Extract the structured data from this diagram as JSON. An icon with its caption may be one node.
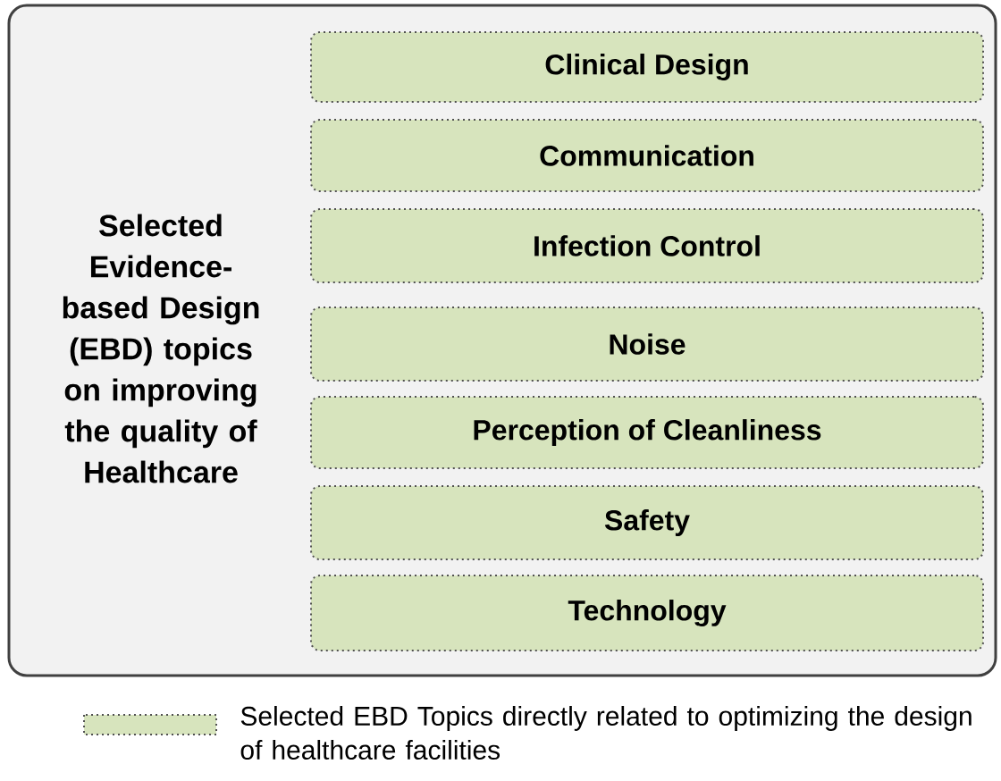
{
  "diagram": {
    "nodes": [
      {
        "text": [
          "Selected Evidence-based Design (EBD) topics on improving the quality of Healthcare"
        ]
      },
      {
        "text": [
          "Clinical Design"
        ],
        "in": 0
      },
      {
        "text": [
          "Communication"
        ],
        "in": 0
      },
      {
        "text": [
          "Infection Control"
        ],
        "in": 0
      },
      {
        "text": [
          "Noise"
        ],
        "in": 0
      },
      {
        "text": [
          "Perception of Cleanliness"
        ],
        "in": 0
      },
      {
        "text": [
          "Safety"
        ],
        "in": 0
      },
      {
        "text": [
          "Technology"
        ],
        "in": 0
      }
    ],
    "legend": [
      {
        "text": "Selected EBD Topics directly related to optimizing the design of healthcare facilities",
        "color": "#d7e4bd"
      }
    ]
  }
}
